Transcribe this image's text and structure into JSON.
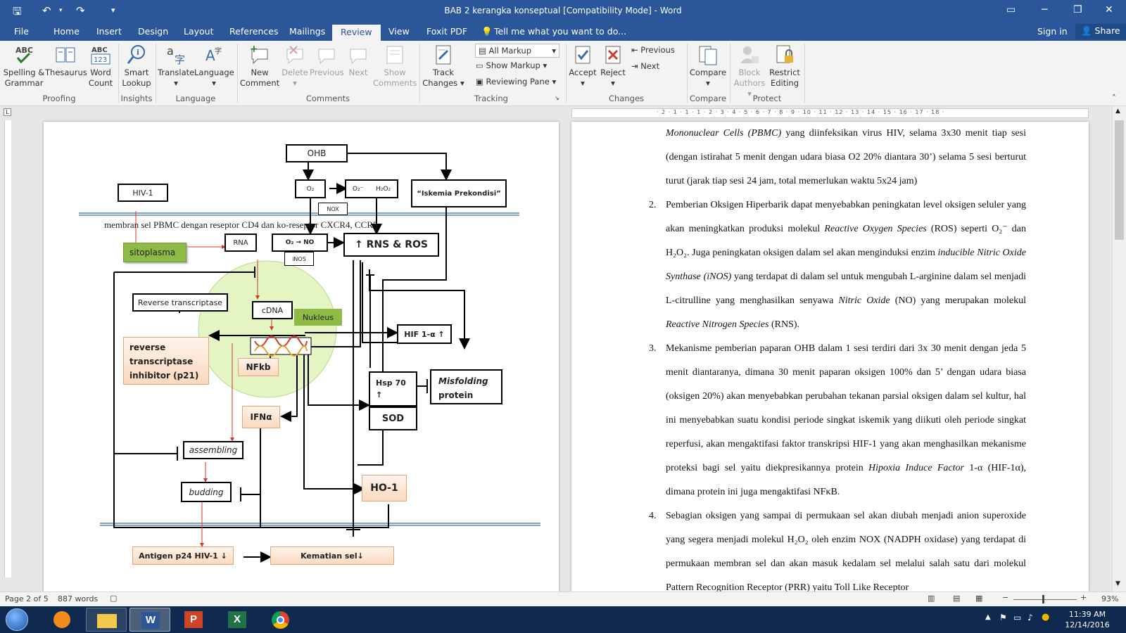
{
  "window": {
    "title": "BAB 2 kerangka konseptual [Compatibility Mode] - Word"
  },
  "tabs": [
    {
      "label": "File"
    },
    {
      "label": "Home"
    },
    {
      "label": "Insert"
    },
    {
      "label": "Design"
    },
    {
      "label": "Layout"
    },
    {
      "label": "References"
    },
    {
      "label": "Mailings"
    },
    {
      "label": "Review"
    },
    {
      "label": "View"
    },
    {
      "label": "Foxit PDF"
    }
  ],
  "tellme": "Tell me what you want to do...",
  "signin": "Sign in",
  "share": "Share",
  "ribbon": {
    "proofing": {
      "spelling": "Spelling &",
      "spelling2": "Grammar",
      "thesaurus": "Thesaurus",
      "wordcount": "Word",
      "wordcount2": "Count",
      "label": "Proofing"
    },
    "insights": {
      "smart": "Smart",
      "smart2": "Lookup",
      "label": "Insights"
    },
    "language": {
      "translate": "Translate",
      "language": "Language",
      "label": "Language"
    },
    "comments": {
      "new": "New",
      "new2": "Comment",
      "delete": "Delete",
      "previous": "Previous",
      "next": "Next",
      "show": "Show",
      "show2": "Comments",
      "label": "Comments"
    },
    "tracking": {
      "track": "Track",
      "track2": "Changes",
      "markup_select": "All Markup",
      "show_markup": "Show Markup",
      "reviewing_pane": "Reviewing Pane",
      "label": "Tracking"
    },
    "changes": {
      "accept": "Accept",
      "reject": "Reject",
      "previous": "Previous",
      "next": "Next",
      "label": "Changes"
    },
    "compare": {
      "compare": "Compare",
      "label": "Compare"
    },
    "protect": {
      "block": "Block",
      "block2": "Authors",
      "restrict": "Restrict",
      "restrict2": "Editing",
      "label": "Protect"
    }
  },
  "diagram": {
    "ohb": "OHB",
    "hiv1": "HIV-1",
    "o2": "O₂",
    "o2_h2o2_a": "O₂⁻",
    "o2_h2o2_b": "H₂O₂",
    "iskemia": "“Iskemia Prekondisi”",
    "nox": "NOX",
    "membran": "membran sel PBMC dengan reseptor CD4 dan ko-reseptor CXCR4, CCR5",
    "sitoplasma": "sitoplasma",
    "rna": "RNA",
    "o2_no": "O₂ → NO",
    "inos": "iNOS",
    "rns_ros": "↑ RNS & ROS",
    "reverse_transcriptase": "Reverse transcriptase",
    "cdna": "cDNA",
    "nukleus": "Nukleus",
    "hif": "HIF 1-α ↑",
    "inhibitor1": "reverse",
    "inhibitor2": "transcriptase",
    "inhibitor3": "inhibitor (p21)",
    "nfkb": "NFkb",
    "hsp1": "Hsp 70",
    "hsp2": "↑",
    "misfolding1": "Misfolding",
    "misfolding2": "protein",
    "sod": "SOD",
    "ifna": "IFNα",
    "assembling": "assembling",
    "budding": "budding",
    "ho1": "HO-1",
    "antigen": "Antigen p24 HIV-1 ↓",
    "kematian": "Kematian sel↓"
  },
  "doc": {
    "p1a": "Mononuclear Cells (PBMC)",
    "p1b": " yang diinfeksikan virus HIV, selama 3x30 menit tiap sesi (dengan istirahat 5 menit dengan udara biasa O2 20% diantara 30’) selama 5 sesi berturut turut (jarak tiap sesi 24 jam, total memerlukan waktu 5x24 jam)",
    "n2": "2.",
    "p2a": "Pemberian Oksigen Hiperbarik dapat menyebabkan peningkatan level oksigen seluler yang akan meningkatkan produksi molekul ",
    "p2b": "Reactive Oxygen Species",
    "p2c": " (ROS) seperti O₂⁻ dan H₂O₂. Juga peningkatan oksigen dalam sel akan menginduksi enzim ",
    "p2d": "inducible Nitric Oxide Synthase (iNOS)",
    "p2e": " yang terdapat di dalam sel untuk mengubah L-arginine dalam sel menjadi L-citrulline yang menghasilkan senyawa ",
    "p2f": "Nitric Oxide",
    "p2g": " (NO) yang merupakan molekul ",
    "p2h": "Reactive Nitrogen Species",
    "p2i": " (RNS).",
    "n3": "3.",
    "p3": "Mekanisme pemberian paparan OHB  dalam 1 sesi terdiri dari 3x 30 menit dengan jeda 5 menit diantaranya, dimana 30 menit paparan oksigen 100% dan 5’ dengan udara biasa (oksigen 20%) akan menyebabkan perubahan tekanan parsial oksigen dalam sel kultur, hal ini menyebabkan suatu kondisi periode singkat iskemik yang diikuti oleh periode singkat reperfusi, akan mengaktifasi faktor transkripsi HIF-1 yang akan menghasilkan mekanisme proteksi bagi sel yaitu diekpresikannya protein ",
    "p3b": "Hipoxia Induce Factor",
    "p3c": " 1-α (HIF-1α), dimana protein ini juga mengaktifasi NFκB.",
    "n4": "4.",
    "p4": "Sebagian oksigen yang sampai di permukaan sel akan diubah menjadi anion superoxide yang segera menjadi molekul  H₂O₂ oleh enzim NOX (NADPH oxidase) yang terdapat di permukaan membran sel dan akan masuk kedalam sel melalui salah satu dari molekul Pattern Recognition Receptor (PRR) yaitu Toll Like Receptor"
  },
  "status": {
    "page": "Page 2 of 5",
    "words": "887 words",
    "zoom": "93%"
  },
  "clock": {
    "time": "11:39 AM",
    "date": "12/14/2016"
  }
}
